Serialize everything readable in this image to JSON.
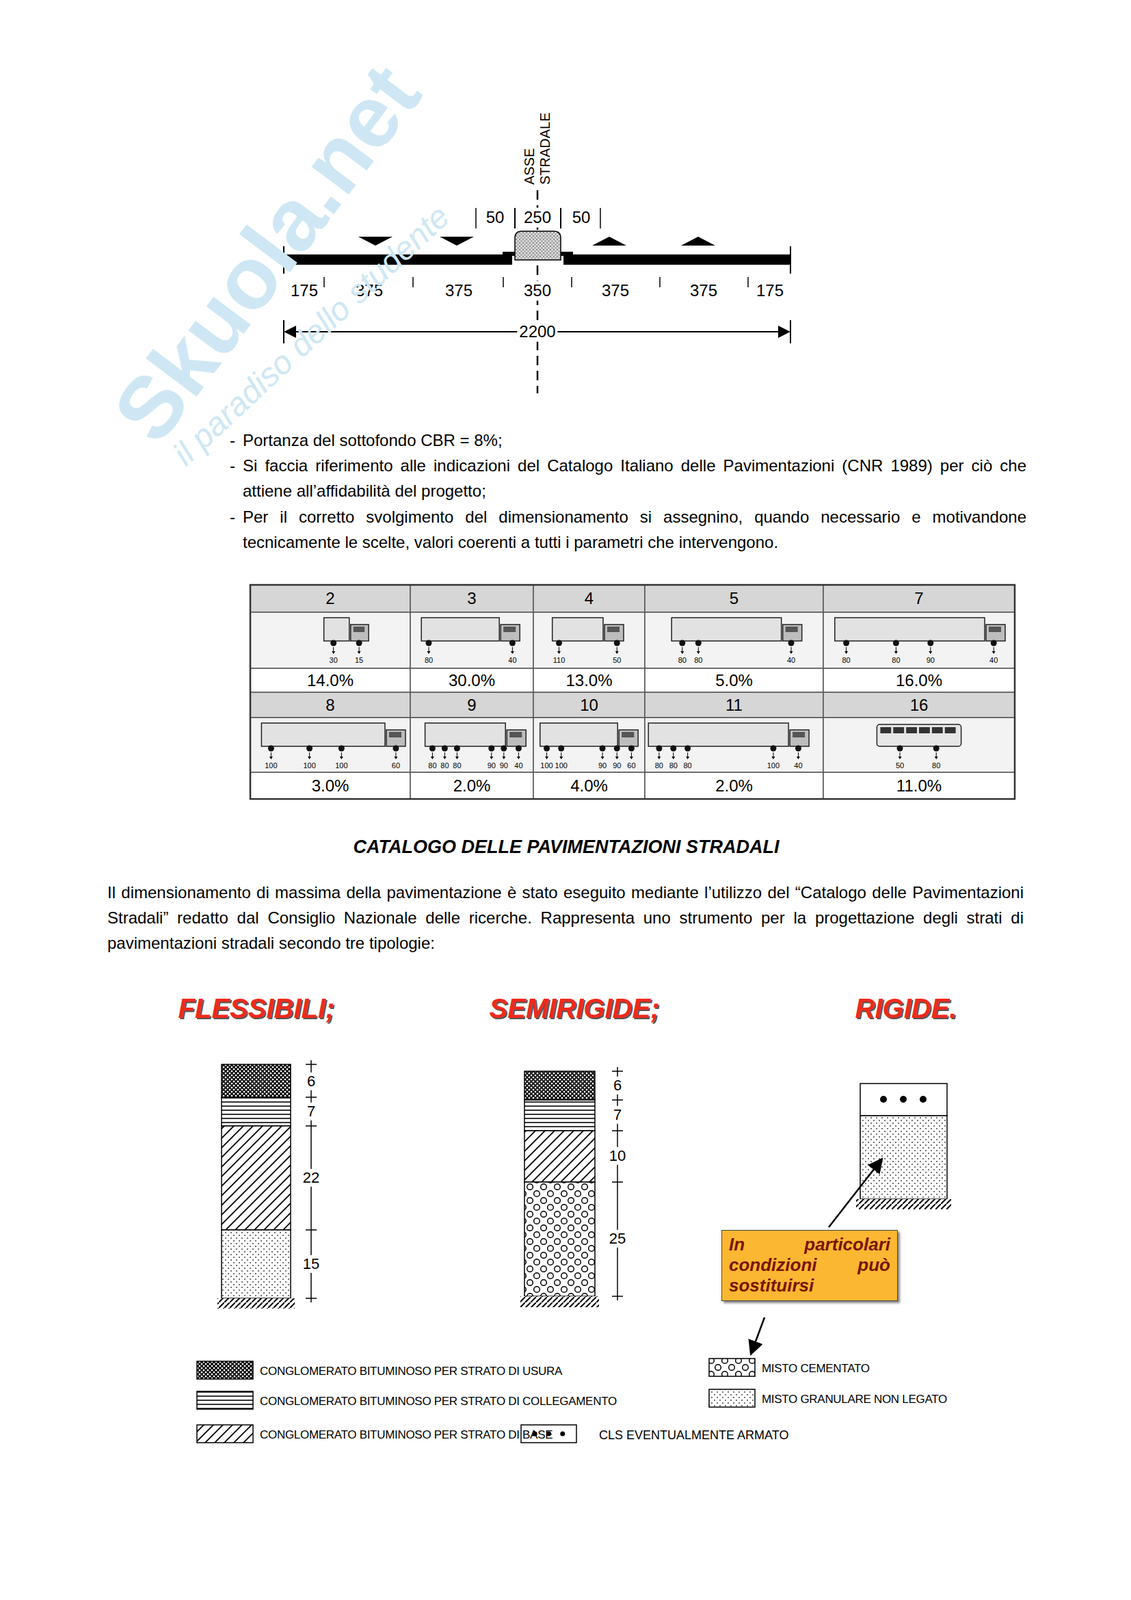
{
  "diagram": {
    "title": "CATALOGO DELLE PAVIMENTAZIONI STRADALI",
    "nodes": [
      {
        "text": [
          "In particolari condizioni può sostituirsi"
        ]
      }
    ],
    "labels": [
      "ASSE STRADALE",
      "50",
      "250",
      "50",
      "175",
      "375",
      "375",
      "350",
      "375",
      "375",
      "175",
      "2200",
      "-",
      "Portanza del sottofondo CBR = 8%;",
      "-",
      "Si faccia riferimento alle indicazioni del Catalogo Italiano delle Pavimentazioni (CNR 1989) per ciò che attiene all’affidabilità del progetto;",
      "-",
      "Per il corretto svolgimento del dimensionamento si assegnino, quando necessario e motivandone tecnicamente le scelte, valori coerenti a tutti i parametri che intervengono.",
      "2",
      "30",
      "15",
      "14.0%",
      "3",
      "80",
      "40",
      "30.0%",
      "4",
      "110",
      "50",
      "13.0%",
      "5",
      "80",
      "80",
      "40",
      "5.0%",
      "7",
      "80",
      "80",
      "90",
      "40",
      "16.0%",
      "8",
      "100",
      "100",
      "100",
      "60",
      "3.0%",
      "9",
      "80",
      "80",
      "80",
      "90",
      "90",
      "40",
      "2.0%",
      "10",
      "100",
      "100",
      "90",
      "90",
      "60",
      "4.0%",
      "11",
      "80",
      "80",
      "80",
      "100",
      "40",
      "2.0%",
      "16",
      "50",
      "80",
      "11.0%",
      "Il dimensionamento di massima della pavimentazione è stato eseguito mediante l’utilizzo del “Catalogo delle Pavimentazioni Stradali” redatto dal Consiglio Nazionale delle ricerche. Rappresenta uno strumento per la progettazione degli strati di pavimentazioni stradali secondo tre tipologie:",
      "FLESSIBILI;",
      "SEMIRIGIDE;",
      "RIGIDE.",
      "6",
      "7",
      "22",
      "15",
      "6",
      "7",
      "10",
      "25",
      "Skuola.net",
      "il paradiso dello studente"
    ],
    "legend": [
      {
        "text": "CONGLOMERATO BITUMINOSO PER STRATO DI USURA"
      },
      {
        "text": "MISTO CEMENTATO"
      },
      {
        "text": "CONGLOMERATO BITUMINOSO PER STRATO DI COLLEGAMENTO"
      },
      {
        "text": "MISTO GRANULARE NON LEGATO"
      },
      {
        "text": "CONGLOMERATO BITUMINOSO PER STRATO DI BASE"
      },
      {
        "text": "CLS EVENTUALMENTE ARMATO"
      }
    ]
  }
}
